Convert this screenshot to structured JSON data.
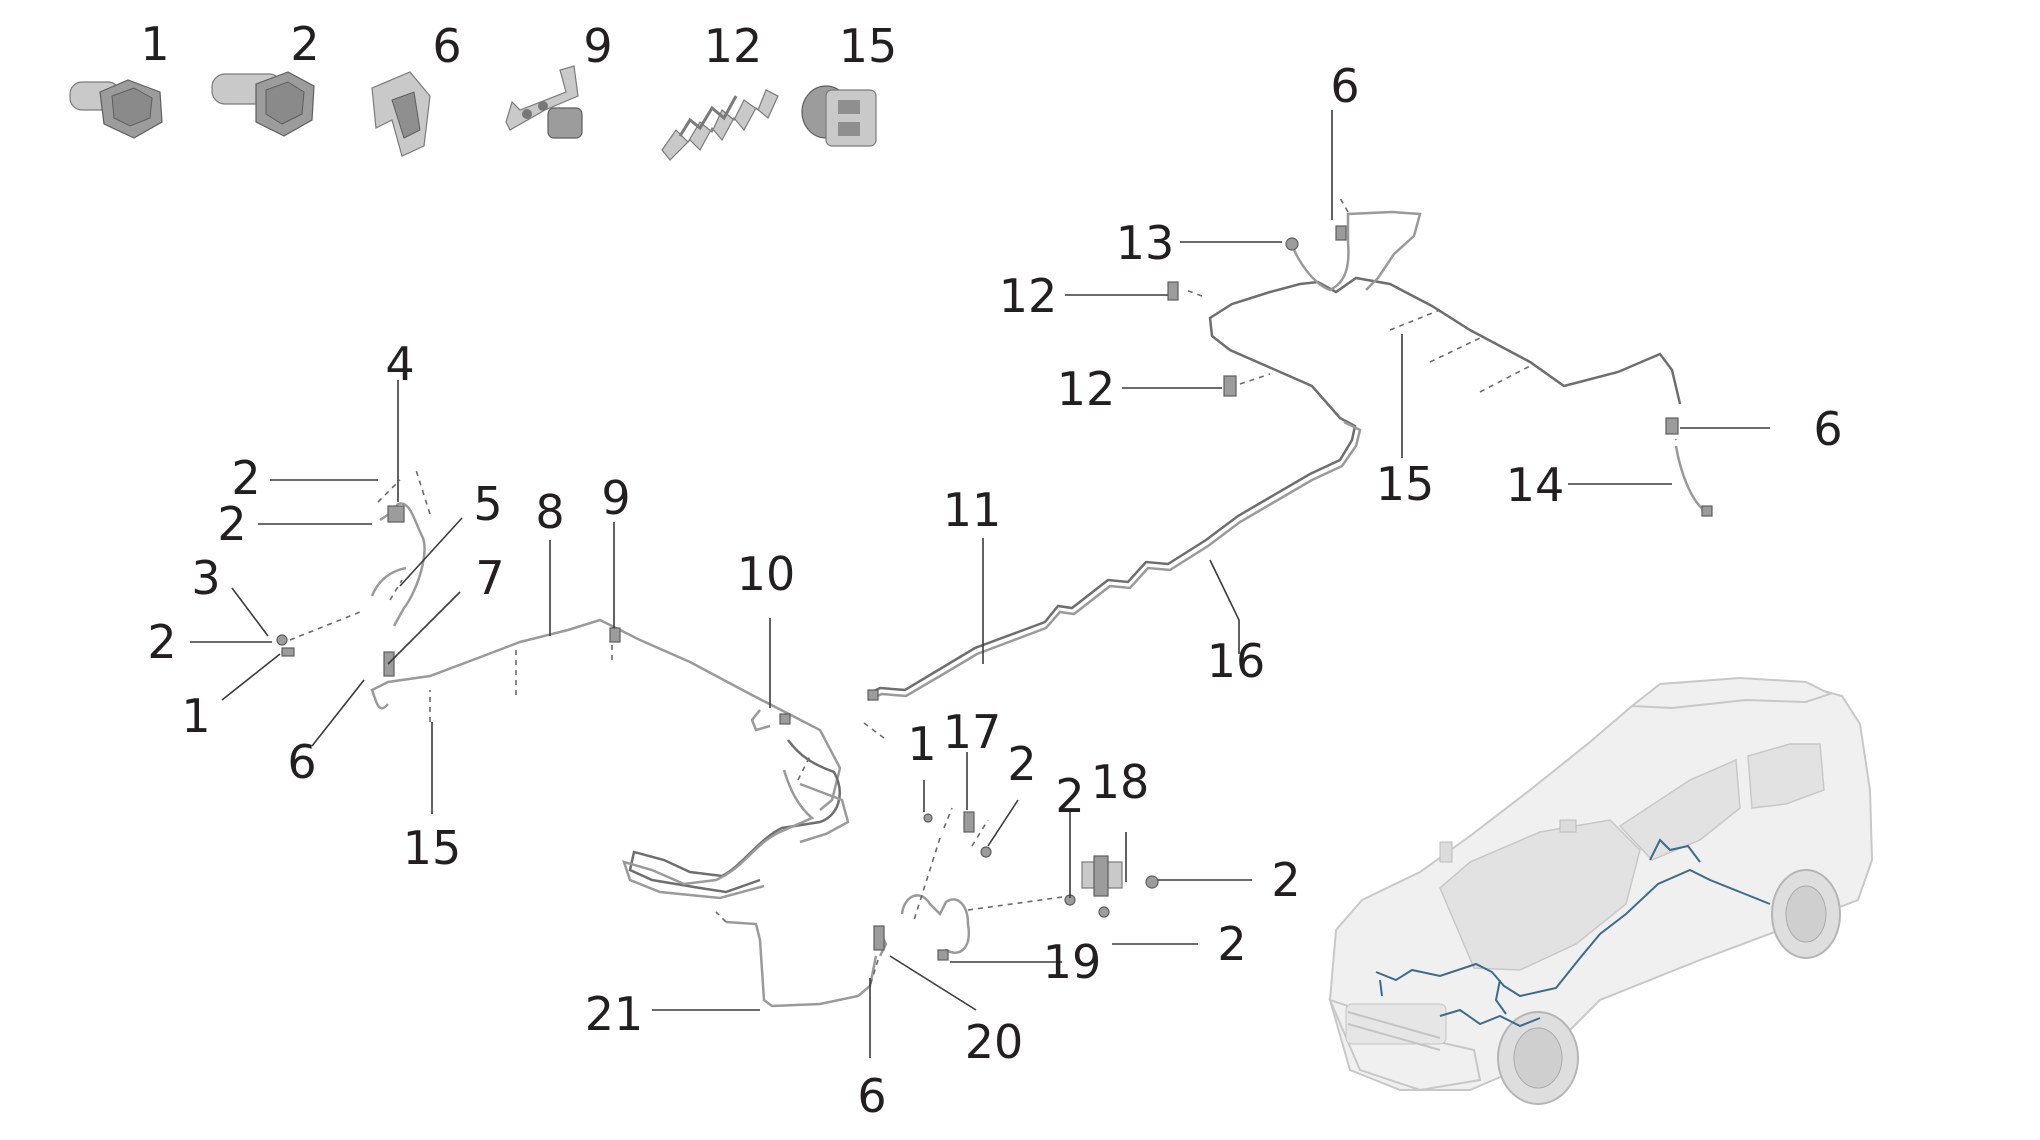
{
  "legend_labels": [
    "1",
    "2",
    "6",
    "9",
    "12",
    "15"
  ],
  "callouts": {
    "c6a": "6",
    "c13": "13",
    "c12a": "12",
    "c12b": "12",
    "c6b": "6",
    "c15a": "15",
    "c14": "14",
    "c4": "4",
    "c2a": "2",
    "c2b": "2",
    "c5": "5",
    "c8": "8",
    "c9": "9",
    "c3": "3",
    "c7": "7",
    "c2c": "2",
    "c1a": "1",
    "c6c": "6",
    "c15b": "15",
    "c10": "10",
    "c11": "11",
    "c16": "16",
    "c1b": "1",
    "c17": "17",
    "c2d": "2",
    "c2e": "2",
    "c18": "18",
    "c2f": "2",
    "c2g": "2",
    "c19": "19",
    "c20": "20",
    "c21": "21",
    "c6d": "6"
  },
  "colors": {
    "text": "#231f20",
    "pipe": "#9a9a9a",
    "harness": "#3e6b8a"
  }
}
